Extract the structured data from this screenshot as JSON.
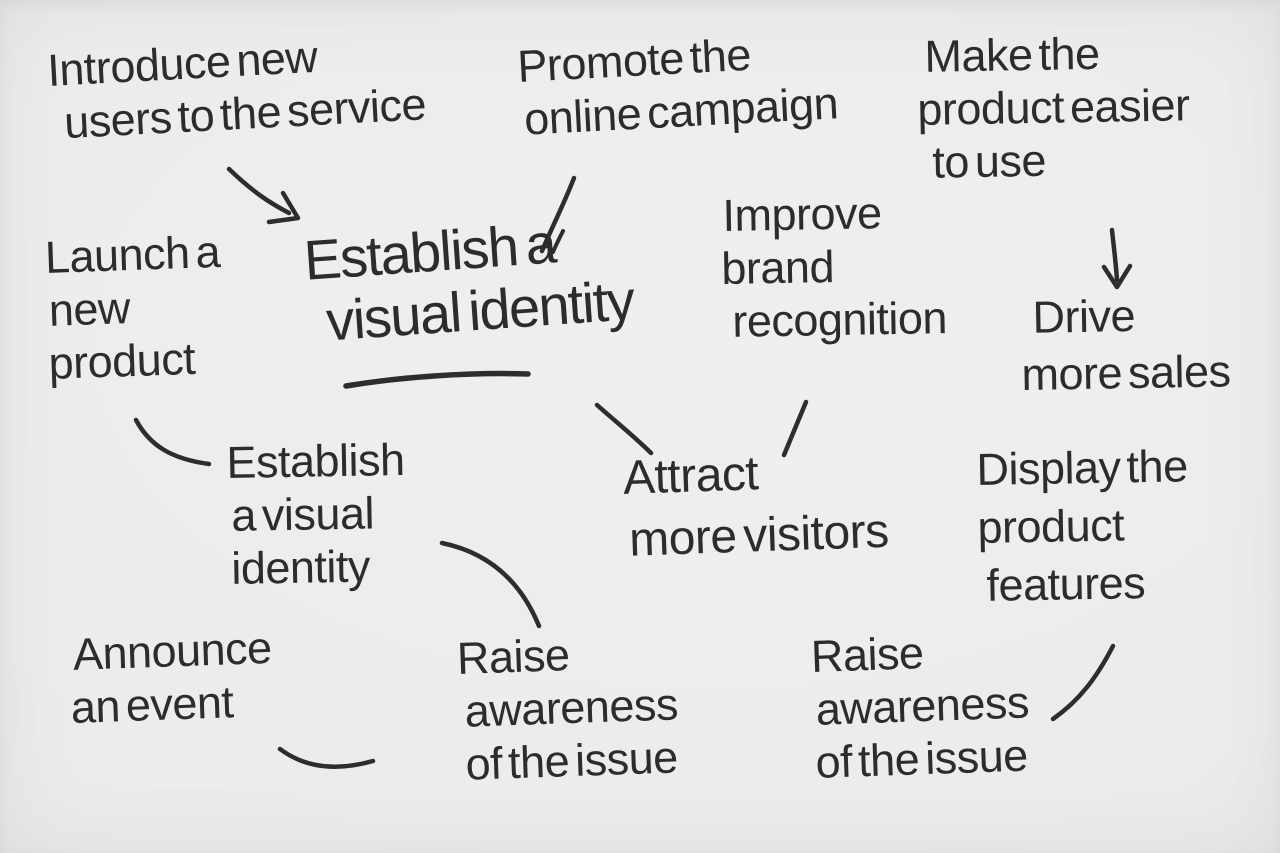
{
  "page": {
    "kind": "hand-drawn brainstorm mind map on paper",
    "background_color": "#ebebe9",
    "ink_color": "#2d2d2d"
  },
  "nodes": [
    {
      "id": "introduce-users",
      "lines": [
        "Introduce new",
        "users to the service"
      ]
    },
    {
      "id": "promote-campaign",
      "lines": [
        "Promote the",
        "online campaign"
      ]
    },
    {
      "id": "make-product-easier",
      "lines": [
        "Make the",
        "product easier",
        "to use"
      ]
    },
    {
      "id": "launch-product",
      "lines": [
        "Launch a",
        "new",
        "product"
      ]
    },
    {
      "id": "establish-identity-main",
      "lines": [
        "Establish a",
        "visual identity"
      ],
      "emphasis": "underlined"
    },
    {
      "id": "improve-brand",
      "lines": [
        "Improve",
        "brand",
        "recognition"
      ]
    },
    {
      "id": "drive-sales",
      "lines": [
        "Drive",
        "more sales"
      ]
    },
    {
      "id": "establish-identity-2",
      "lines": [
        "Establish",
        "a visual",
        "identity"
      ]
    },
    {
      "id": "attract-visitors",
      "lines": [
        "Attract",
        "more visitors"
      ]
    },
    {
      "id": "display-features",
      "lines": [
        "Display the",
        "product",
        "features"
      ]
    },
    {
      "id": "announce-event",
      "lines": [
        "Announce",
        "an event"
      ]
    },
    {
      "id": "raise-awareness-1",
      "lines": [
        "Raise",
        "awareness",
        "of the issue"
      ]
    },
    {
      "id": "raise-awareness-2",
      "lines": [
        "Raise",
        "awareness",
        "of the issue"
      ]
    }
  ],
  "connectors": [
    {
      "id": "arrow-introduce-to-establish",
      "from": "introduce-users",
      "to": "establish-identity-main",
      "style": "curved-arrow"
    },
    {
      "id": "line-promote-to-establish",
      "from": "promote-campaign",
      "to": "establish-identity-main",
      "style": "line"
    },
    {
      "id": "arrow-make-to-drive",
      "from": "make-product-easier",
      "to": "drive-sales",
      "style": "down-arrow"
    },
    {
      "id": "underline-visual-identity",
      "from": "establish-identity-main",
      "to": "establish-identity-main",
      "style": "underline"
    },
    {
      "id": "line-establish-to-attract",
      "from": "establish-identity-main",
      "to": "attract-visitors",
      "style": "line"
    },
    {
      "id": "line-improve-to-attract",
      "from": "improve-brand",
      "to": "attract-visitors",
      "style": "line"
    },
    {
      "id": "curve-launch-to-establish2",
      "from": "launch-product",
      "to": "establish-identity-2",
      "style": "curve"
    },
    {
      "id": "curve-establish2-to-raise1",
      "from": "establish-identity-2",
      "to": "raise-awareness-1",
      "style": "curve"
    },
    {
      "id": "curve-announce-to-raise1",
      "from": "announce-event",
      "to": "raise-awareness-1",
      "style": "curve"
    },
    {
      "id": "curve-display-to-raise2",
      "from": "display-features",
      "to": "raise-awareness-2",
      "style": "curve"
    }
  ]
}
